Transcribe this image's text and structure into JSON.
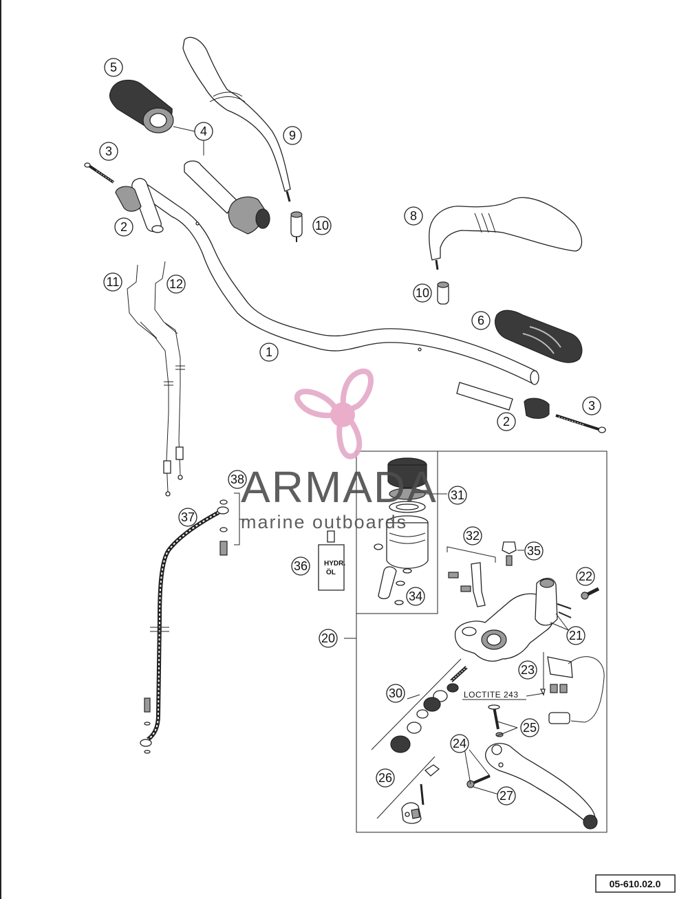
{
  "callouts": [
    {
      "label": "1"
    },
    {
      "label": "2"
    },
    {
      "label": "2"
    },
    {
      "label": "3"
    },
    {
      "label": "3"
    },
    {
      "label": "4"
    },
    {
      "label": "5"
    },
    {
      "label": "6"
    },
    {
      "label": "8"
    },
    {
      "label": "9"
    },
    {
      "label": "10"
    },
    {
      "label": "10"
    },
    {
      "label": "11"
    },
    {
      "label": "12"
    },
    {
      "label": "20"
    },
    {
      "label": "21"
    },
    {
      "label": "22"
    },
    {
      "label": "23"
    },
    {
      "label": "24"
    },
    {
      "label": "25"
    },
    {
      "label": "26"
    },
    {
      "label": "27"
    },
    {
      "label": "30"
    },
    {
      "label": "31"
    },
    {
      "label": "32"
    },
    {
      "label": "34"
    },
    {
      "label": "35"
    },
    {
      "label": "36"
    },
    {
      "label": "37"
    },
    {
      "label": "38"
    }
  ],
  "watermark": {
    "title": "ARMADA",
    "subtitle": "marine outboards",
    "logo_color": "#e4a9c8",
    "logo_center_color": "#e8a6c6"
  },
  "notes": {
    "loctite": "LOCTITE 243",
    "bottle_line1": "HYDR.",
    "bottle_line2": "ÖL"
  },
  "drawing_code": "05-610.02.0"
}
